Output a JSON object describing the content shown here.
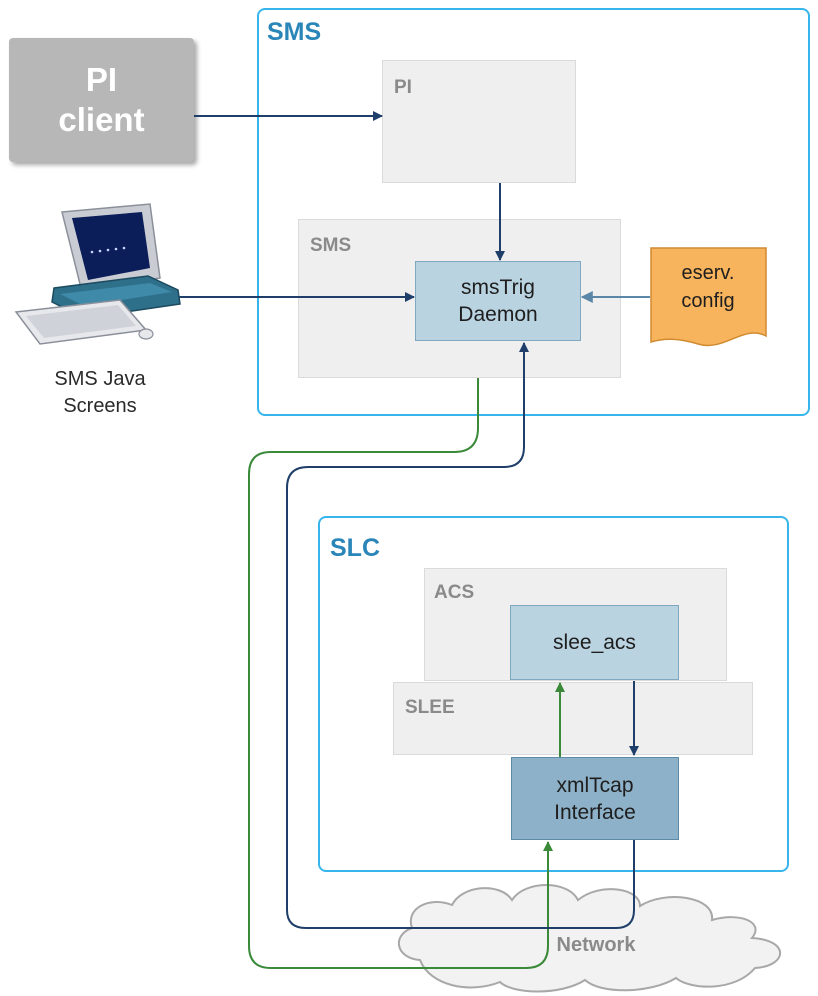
{
  "sms_region": {
    "title": "SMS"
  },
  "slc_region": {
    "title": "SLC"
  },
  "pi_client": {
    "line1": "PI",
    "line2": "client"
  },
  "pi_panel": {
    "label": "PI"
  },
  "sms_panel": {
    "label": "SMS"
  },
  "sms_trig_daemon": {
    "line1": "smsTrig",
    "line2": "Daemon"
  },
  "eserv_config": {
    "line1": "eserv.",
    "line2": "config"
  },
  "java_screens": {
    "line1": "SMS Java",
    "line2": "Screens"
  },
  "acs_panel": {
    "label": "ACS"
  },
  "slee_acs": {
    "label": "slee_acs"
  },
  "slee_panel": {
    "label": "SLEE"
  },
  "xmltcap": {
    "line1": "xmlTcap",
    "line2": "Interface"
  },
  "network": {
    "label": "Network"
  },
  "colors": {
    "region_border": "#38b6ec",
    "region_title": "#2a86b8",
    "arrow_blue": "#1f3f6a",
    "arrow_green": "#3a8a3a",
    "config_doc": "#f8b45c"
  }
}
